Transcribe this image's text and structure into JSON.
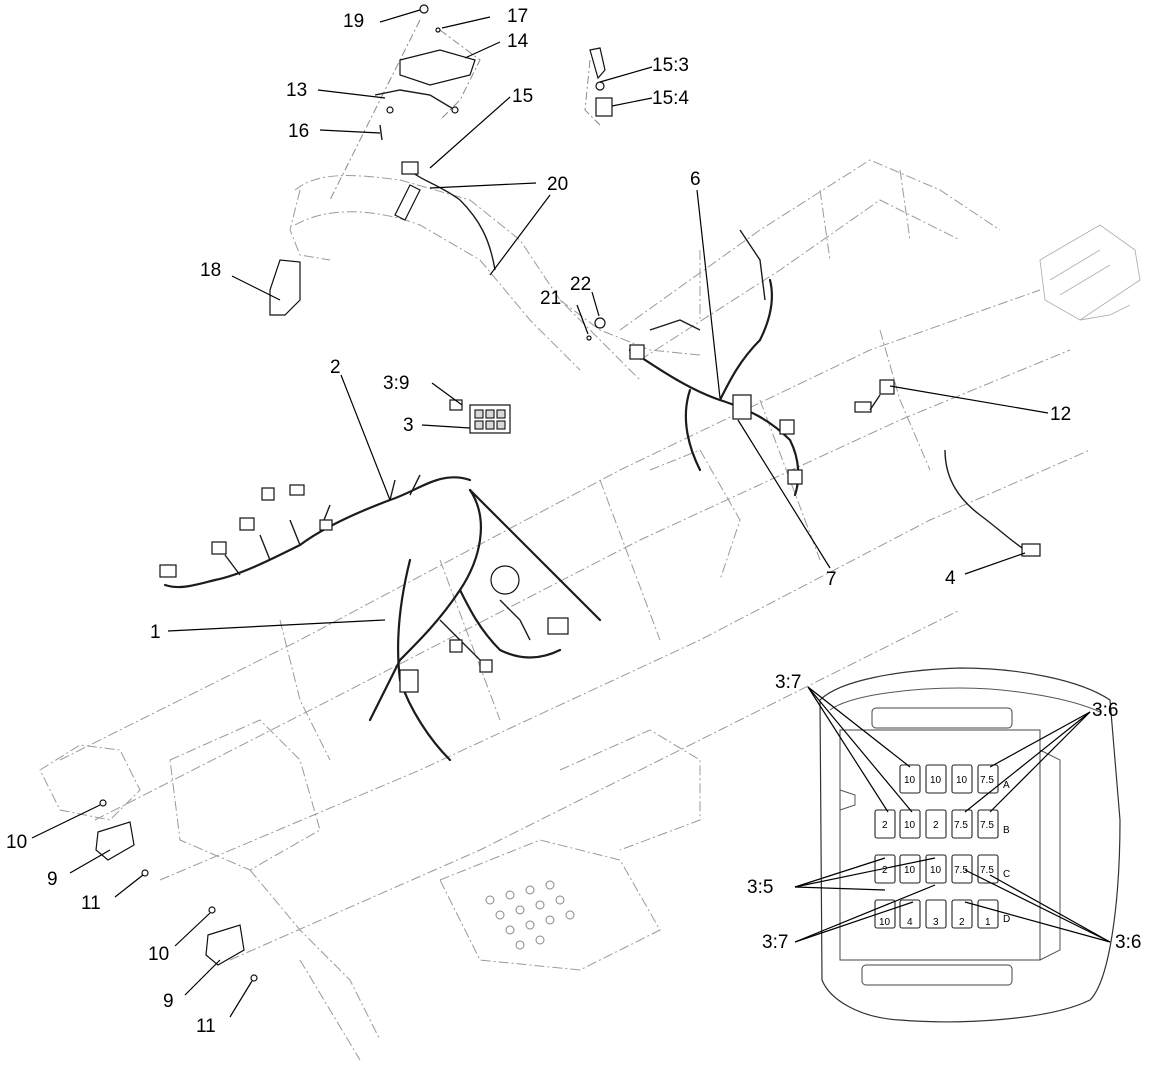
{
  "callouts": {
    "c1": "1",
    "c2": "2",
    "c3": "3",
    "c3_9": "3:9",
    "c4": "4",
    "c6": "6",
    "c7": "7",
    "c9a": "9",
    "c9b": "9",
    "c10a": "10",
    "c10b": "10",
    "c11a": "11",
    "c11b": "11",
    "c12": "12",
    "c13": "13",
    "c14": "14",
    "c15": "15",
    "c15_3": "15:3",
    "c15_4": "15:4",
    "c16": "16",
    "c17": "17",
    "c18": "18",
    "c19": "19",
    "c20": "20",
    "c21": "21",
    "c22": "22"
  },
  "fuse_detail": {
    "labels": {
      "top_left": "3:7",
      "top_right": "3:6",
      "mid_left": "3:5",
      "bottom_left": "3:7",
      "bottom_right": "3:6"
    },
    "row_letters": [
      "A",
      "B",
      "C",
      "D"
    ],
    "rows": [
      [
        "10",
        "10",
        "10",
        "7.5"
      ],
      [
        "2",
        "10",
        "2",
        "7.5",
        "7.5"
      ],
      [
        "2",
        "10",
        "10",
        "7.5",
        "7.5"
      ],
      [
        "10",
        "4",
        "3",
        "2",
        "1"
      ]
    ]
  }
}
